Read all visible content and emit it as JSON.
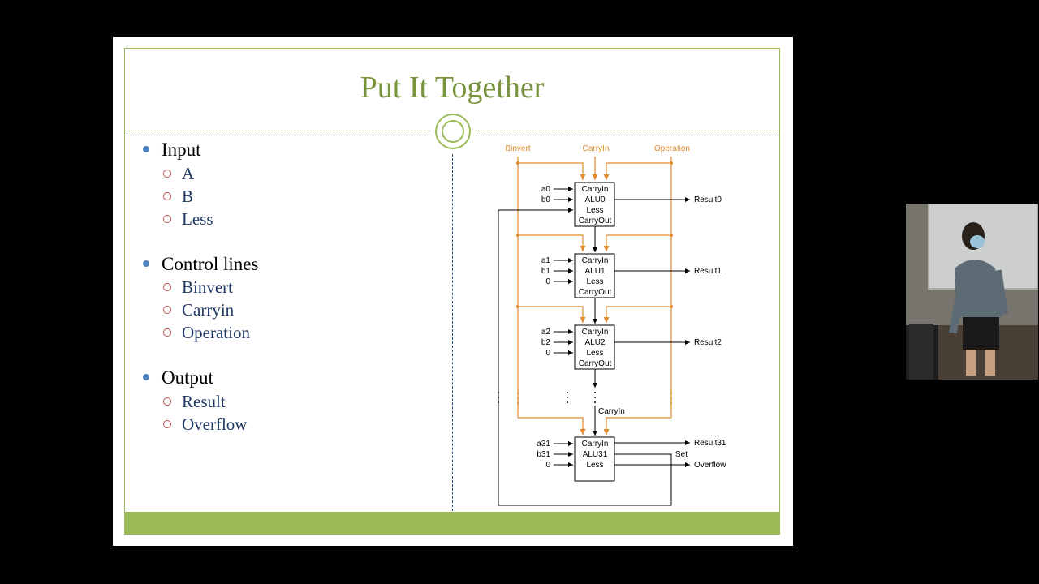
{
  "slide": {
    "title": "Put It Together",
    "bullets": [
      {
        "label": "Input",
        "items": [
          "A",
          "B",
          "Less"
        ]
      },
      {
        "label": "Control lines",
        "items": [
          "Binvert",
          "Carryin",
          "Operation"
        ]
      },
      {
        "label": "Output",
        "items": [
          "Result",
          "Overflow"
        ]
      }
    ]
  },
  "diagram": {
    "controls": [
      "Binvert",
      "CarryIn",
      "Operation"
    ],
    "port_carryin": "CarryIn",
    "port_less": "Less",
    "port_carryout": "CarryOut",
    "alus": [
      {
        "name": "ALU0",
        "in_a": "a0",
        "in_b": "b0",
        "result": "Result0"
      },
      {
        "name": "ALU1",
        "in_a": "a1",
        "in_b": "b1",
        "in_less": "0",
        "result": "Result1"
      },
      {
        "name": "ALU2",
        "in_a": "a2",
        "in_b": "b2",
        "in_less": "0",
        "result": "Result2"
      },
      {
        "name": "ALU31",
        "in_a": "a31",
        "in_b": "b31",
        "in_less": "0",
        "result": "Result31",
        "set": "Set",
        "overflow": "Overflow"
      }
    ],
    "carryin_chain": "CarryIn"
  },
  "colors": {
    "accent": "#9bbb59",
    "title": "#77933c",
    "control_lines": "#e08a2b",
    "bullet": "#4f81bd",
    "subbullet": "#c0504d"
  }
}
